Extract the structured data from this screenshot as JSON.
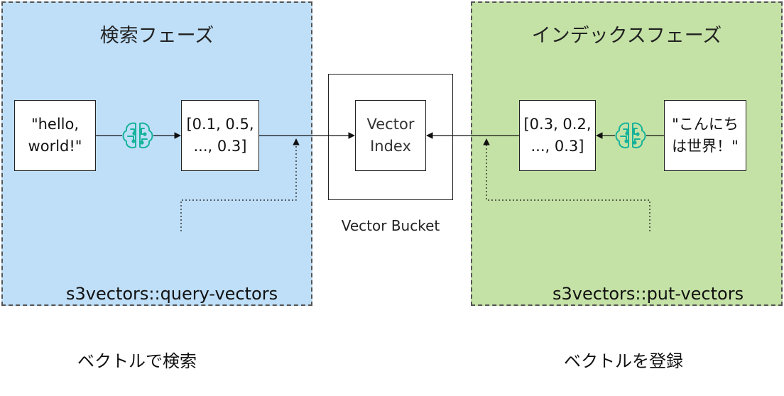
{
  "search_phase": {
    "title": "検索フェーズ",
    "input_text": "\"hello,\nworld!\"",
    "vector_text": "[0.1, 0.5,\n..., 0.3]",
    "api_label": "s3vectors::query-vectors",
    "api_desc": "ベクトルで検索",
    "model_icon": "brain-circuit-icon"
  },
  "index_phase": {
    "title": "インデックスフェーズ",
    "input_text": "\"こんにち\nは世界！\"",
    "vector_text": "[0.3, 0.2,\n..., 0.3]",
    "api_label": "s3vectors::put-vectors",
    "api_desc": "ベクトルを登録",
    "model_icon": "brain-circuit-icon"
  },
  "storage": {
    "bucket_label": "Vector Bucket",
    "index_label": "Vector\nIndex"
  },
  "colors": {
    "search_bg": "#bfdff8",
    "index_bg": "#c5e2a6",
    "icon": "#16b39a",
    "border": "#222222"
  }
}
